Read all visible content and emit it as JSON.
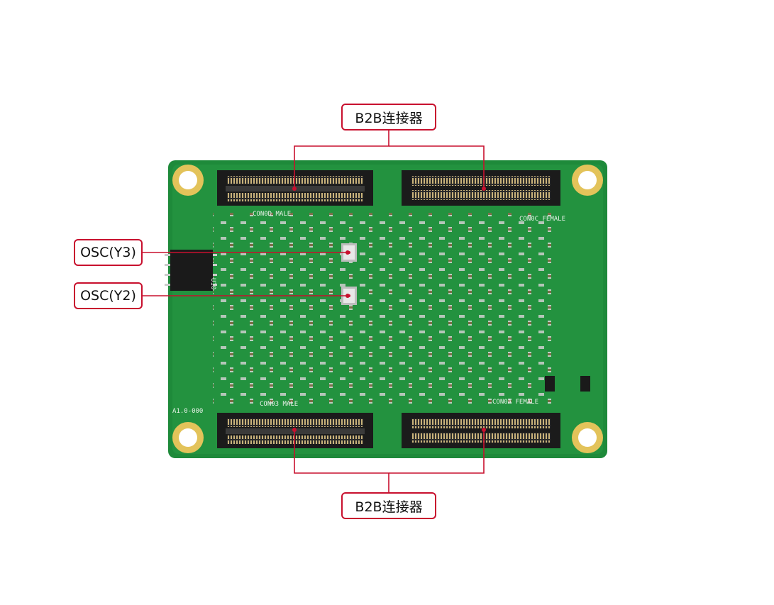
{
  "callouts": {
    "top_connector": "B2B连接器",
    "bottom_connector": "B2B连接器",
    "osc_y3": "OSC(Y3)",
    "osc_y2": "OSC(Y2)"
  },
  "silkscreen": {
    "con_top_left": "CON0D MALE",
    "con_top_right": "CON0C FEMALE",
    "con_bottom_left": "CON03 MALE",
    "con_bottom_right": "CON0A FEMALE",
    "board_rev": "A1.0-000",
    "chip_ref": "U10"
  },
  "colors": {
    "board": "#1e8a3a",
    "callout_border": "#c8102e",
    "pad_gold": "#e3c35a"
  }
}
